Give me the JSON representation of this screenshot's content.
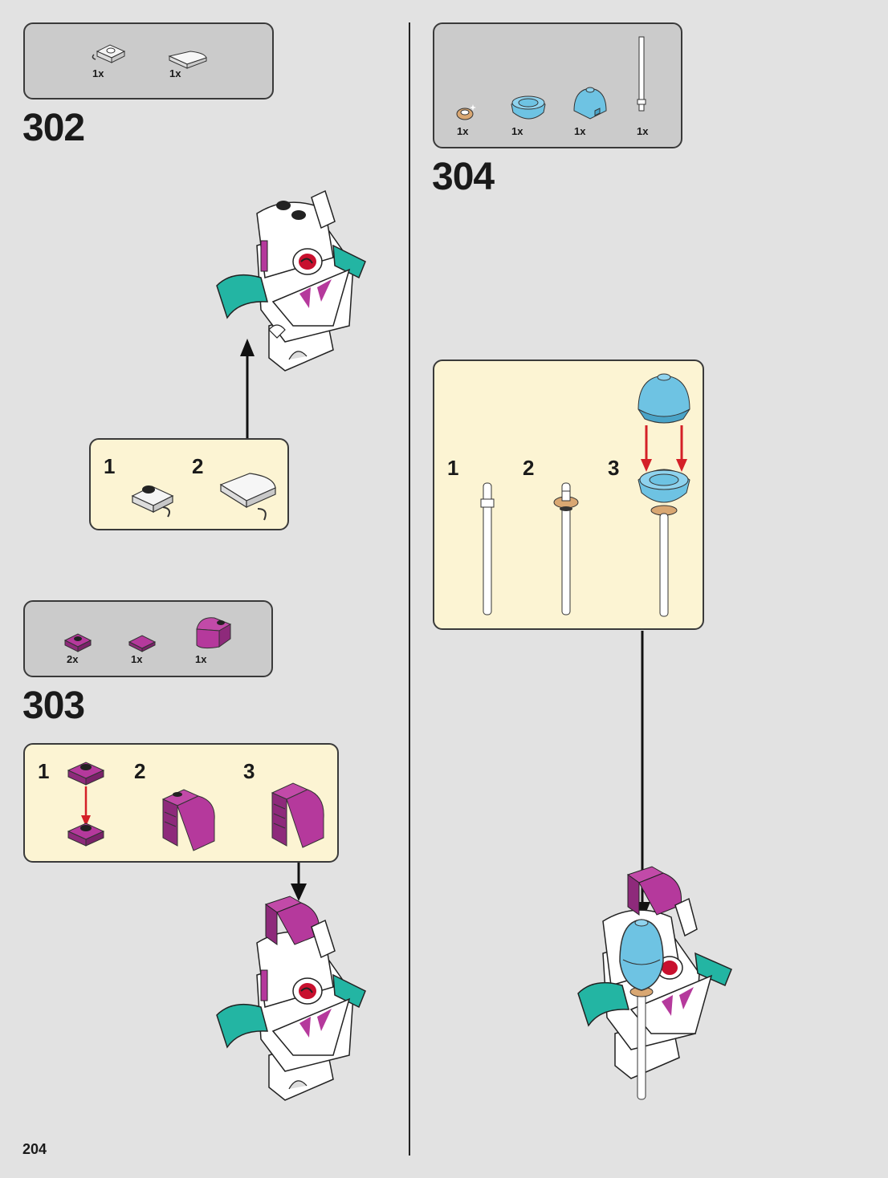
{
  "page_number": "204",
  "colors": {
    "parts_bg": "#cbcbcb",
    "substep_bg": "#fcf4d3",
    "teal": "#23b5a3",
    "magenta": "#b5399c",
    "light_blue": "#6ec3e3",
    "tan": "#d9a772",
    "arrow_red": "#d42027"
  },
  "step_302": {
    "number": "302",
    "parts": [
      {
        "qty": "1x",
        "icon": "white-clip-plate"
      },
      {
        "qty": "1x",
        "icon": "white-curved-slope"
      }
    ],
    "substeps": [
      "1",
      "2"
    ]
  },
  "step_303": {
    "number": "303",
    "parts": [
      {
        "qty": "2x",
        "icon": "magenta-plate-1x1"
      },
      {
        "qty": "1x",
        "icon": "magenta-tile-1x1"
      },
      {
        "qty": "1x",
        "icon": "magenta-curved-brick"
      }
    ],
    "substeps": [
      "1",
      "2",
      "3"
    ]
  },
  "step_304": {
    "number": "304",
    "parts": [
      {
        "qty": "1x",
        "icon": "tan-ring"
      },
      {
        "qty": "1x",
        "icon": "light-blue-dome-open"
      },
      {
        "qty": "1x",
        "icon": "light-blue-dome"
      },
      {
        "qty": "1x",
        "icon": "white-bar"
      }
    ],
    "substeps": [
      "1",
      "2",
      "3"
    ]
  }
}
